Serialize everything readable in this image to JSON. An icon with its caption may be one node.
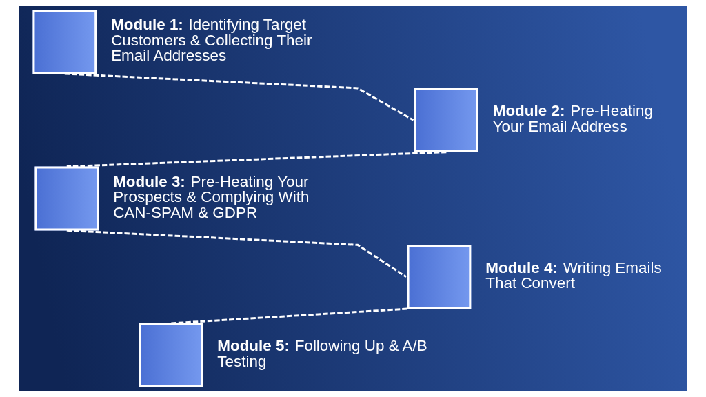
{
  "diagram": {
    "nodes": [
      {
        "text": [],
        "shape": "picture",
        "beside": [
          "**Module 1:** Identifying Target Customers & Collecting Their Email Addresses"
        ]
      },
      {
        "text": [],
        "shape": "picture",
        "beside": [
          "**Module 2:** Pre-Heating Your Email Address"
        ]
      },
      {
        "text": [],
        "shape": "picture",
        "beside": [
          "**Module 3:** Pre-Heating Your Prospects & Complying With CAN-SPAM & GDPR"
        ]
      },
      {
        "text": [],
        "shape": "picture",
        "beside": [
          "**Module 4:** Writing Emails That Convert"
        ]
      },
      {
        "text": [],
        "shape": "picture",
        "beside": [
          "**Module 5:** Following Up & A/B Testing"
        ]
      }
    ],
    "edges": [
      {
        "from": 0,
        "to": 1,
        "arrow": "none",
        "style": "dashed"
      },
      {
        "from": 1,
        "to": 2,
        "arrow": "none",
        "style": "dashed"
      },
      {
        "from": 2,
        "to": 3,
        "arrow": "none",
        "style": "dashed"
      },
      {
        "from": 3,
        "to": 4,
        "arrow": "none",
        "style": "dashed"
      }
    ]
  }
}
